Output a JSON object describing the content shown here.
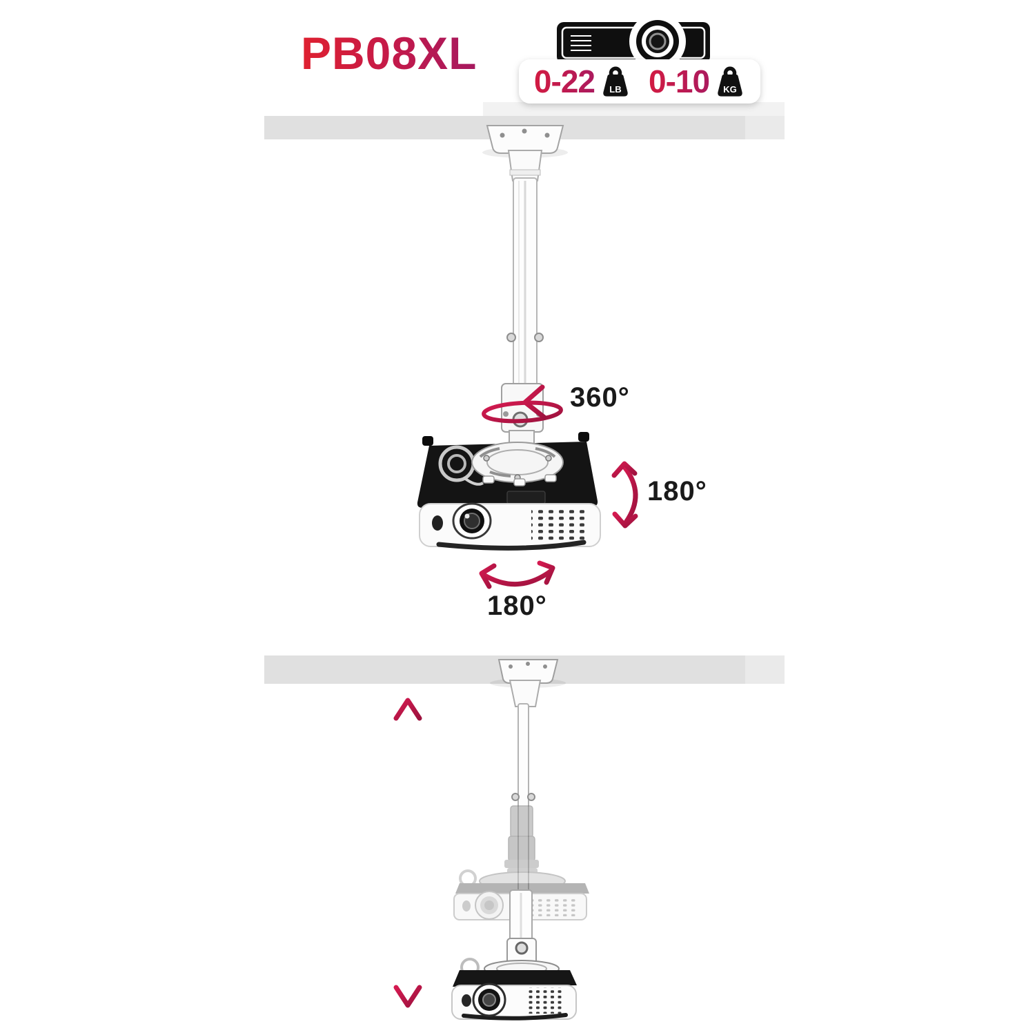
{
  "header": {
    "model": "PB08XL",
    "projector_icon": "projector-icon",
    "capacity": {
      "lb": {
        "range": "0-22",
        "unit": "LB",
        "icon": "weight-lb-icon"
      },
      "kg": {
        "range": "0-10",
        "unit": "KG",
        "icon": "weight-kg-icon"
      }
    }
  },
  "annotations": {
    "swivel": "360°",
    "tilt": "180°",
    "swing": "180°"
  },
  "diagram": {
    "top_scene": "ceiling-mount-with-projector-rotation",
    "bottom_scene": "ceiling-mount-height-adjustment",
    "icons": [
      "ceiling-icon",
      "mount-pole-icon",
      "projector-icon",
      "rotation-ellipse-arrow-icon",
      "tilt-arc-arrow-icon",
      "swing-arc-arrow-icon",
      "height-double-arrow-icon"
    ]
  },
  "colors": {
    "accent_red": "#df2130",
    "accent_magenta": "#a5195f",
    "arrow_crimson": "#bf1347",
    "ceiling_gray": "#e0e0e0",
    "text_black": "#1a1a1a",
    "device_black": "#141414",
    "background": "#ffffff"
  }
}
